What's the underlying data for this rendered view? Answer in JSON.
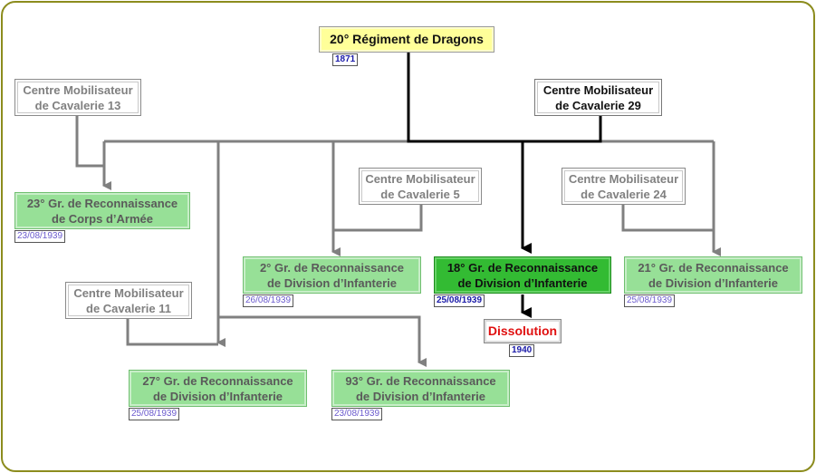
{
  "root": {
    "label": "20° Régiment de Dragons",
    "date": "1871"
  },
  "centres": {
    "c13": "Centre Mobilisateur\nde Cavalerie 13",
    "c29": "Centre Mobilisateur\nde Cavalerie 29",
    "c5": "Centre Mobilisateur\nde Cavalerie 5",
    "c24": "Centre Mobilisateur\nde Cavalerie 24",
    "c11": "Centre Mobilisateur\nde Cavalerie 11"
  },
  "units": {
    "u23": {
      "label": "23° Gr. de Reconnaissance\nde Corps d’Armée",
      "date": "23/08/1939"
    },
    "u2": {
      "label": "2° Gr. de Reconnaissance\nde Division d’Infanterie",
      "date": "26/08/1939"
    },
    "u18": {
      "label": "18° Gr. de Reconnaissance\nde Division d’Infanterie",
      "date": "25/08/1939"
    },
    "u21": {
      "label": "21° Gr. de Reconnaissance\nde Division d’Infanterie",
      "date": "25/08/1939"
    },
    "u27": {
      "label": "27° Gr. de Reconnaissance\nde Division d’Infanterie",
      "date": "25/08/1939"
    },
    "u93": {
      "label": "93° Gr. de Reconnaissance\nde Division d’Infanterie",
      "date": "23/08/1939"
    }
  },
  "dissolution": {
    "label": "Dissolution",
    "date": "1940"
  },
  "colors": {
    "frame": "#8c8c1e",
    "grey_line": "#808080",
    "active_line": "#000000",
    "unit_fill": "#97e097",
    "active_unit_fill": "#33bb33",
    "root_fill": "#ffff99",
    "dissolution_text": "#e01010"
  }
}
